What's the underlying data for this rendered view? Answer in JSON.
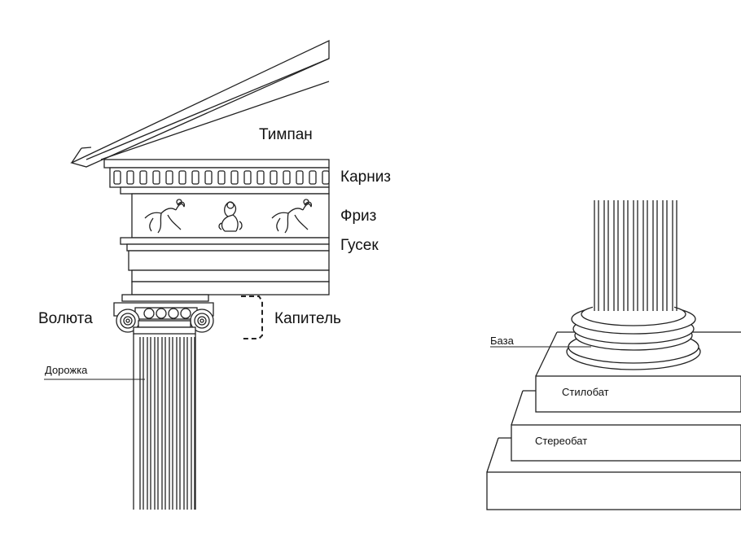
{
  "labels": {
    "tympanum": "Тимпан",
    "cornice": "Карниз",
    "frieze": "Фриз",
    "cyma": "Гусек",
    "volute": "Волюта",
    "capital": "Капитель",
    "flute": "Дорожка",
    "base": "База",
    "stylobate": "Стилобат",
    "stereobate": "Стереобат"
  }
}
